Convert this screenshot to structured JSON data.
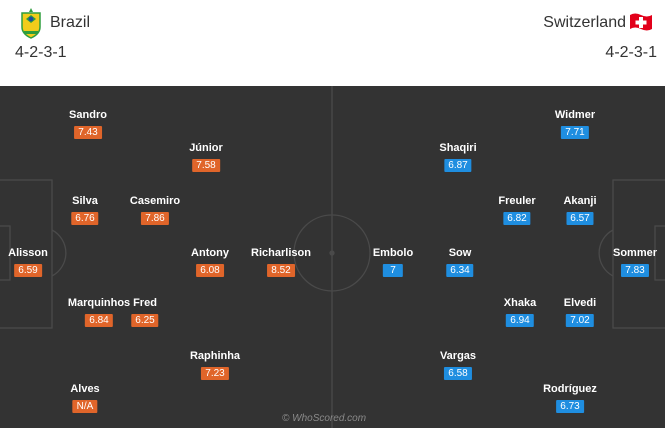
{
  "home": {
    "name": "Brazil",
    "formation": "4-2-3-1",
    "crest": "brazil-crest-icon",
    "color": "#e0652a",
    "players": [
      {
        "name": "Alisson",
        "rating": "6.59"
      },
      {
        "name": "Sandro",
        "rating": "7.43"
      },
      {
        "name": "Silva",
        "rating": "6.76"
      },
      {
        "name": "Marquinhos",
        "rating": "6.84"
      },
      {
        "name": "Alves",
        "rating": "N/A"
      },
      {
        "name": "Casemiro",
        "rating": "7.86"
      },
      {
        "name": "Fred",
        "rating": "6.25"
      },
      {
        "name": "Júnior",
        "rating": "7.58"
      },
      {
        "name": "Antony",
        "rating": "6.08"
      },
      {
        "name": "Raphinha",
        "rating": "7.23"
      },
      {
        "name": "Richarlison",
        "rating": "8.52"
      }
    ]
  },
  "away": {
    "name": "Switzerland",
    "formation": "4-2-3-1",
    "crest": "switzerland-crest-icon",
    "color": "#1f8ee0",
    "players": [
      {
        "name": "Sommer",
        "rating": "7.83"
      },
      {
        "name": "Widmer",
        "rating": "7.71"
      },
      {
        "name": "Akanji",
        "rating": "6.57"
      },
      {
        "name": "Elvedi",
        "rating": "7.02"
      },
      {
        "name": "Rodríguez",
        "rating": "6.73"
      },
      {
        "name": "Freuler",
        "rating": "6.82"
      },
      {
        "name": "Xhaka",
        "rating": "6.94"
      },
      {
        "name": "Shaqiri",
        "rating": "6.87"
      },
      {
        "name": "Sow",
        "rating": "6.34"
      },
      {
        "name": "Vargas",
        "rating": "6.58"
      },
      {
        "name": "Embolo",
        "rating": "7"
      }
    ]
  },
  "watermark": "© WhoScored.com"
}
